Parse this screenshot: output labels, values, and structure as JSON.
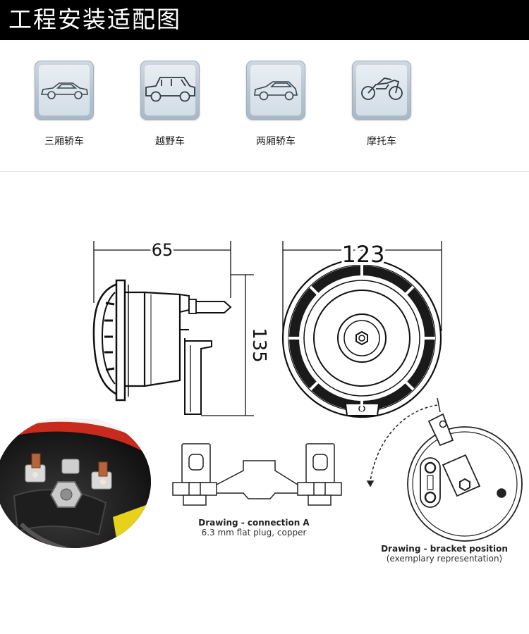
{
  "header": {
    "title": "工程安装适配图"
  },
  "vehicles": [
    {
      "label": "三厢轿车",
      "icon": "sedan-icon"
    },
    {
      "label": "越野车",
      "icon": "suv-icon"
    },
    {
      "label": "两厢轿车",
      "icon": "hatchback-icon"
    },
    {
      "label": "摩托车",
      "icon": "motorcycle-icon"
    }
  ],
  "drawing": {
    "side_width": "65",
    "front_diameter": "123",
    "height": "135"
  },
  "connection": {
    "title": "Drawing - connection A",
    "subtitle": "6.3 mm flat plug, copper"
  },
  "bracket": {
    "title": "Drawing - bracket position",
    "subtitle": "(exemplary representation)"
  }
}
